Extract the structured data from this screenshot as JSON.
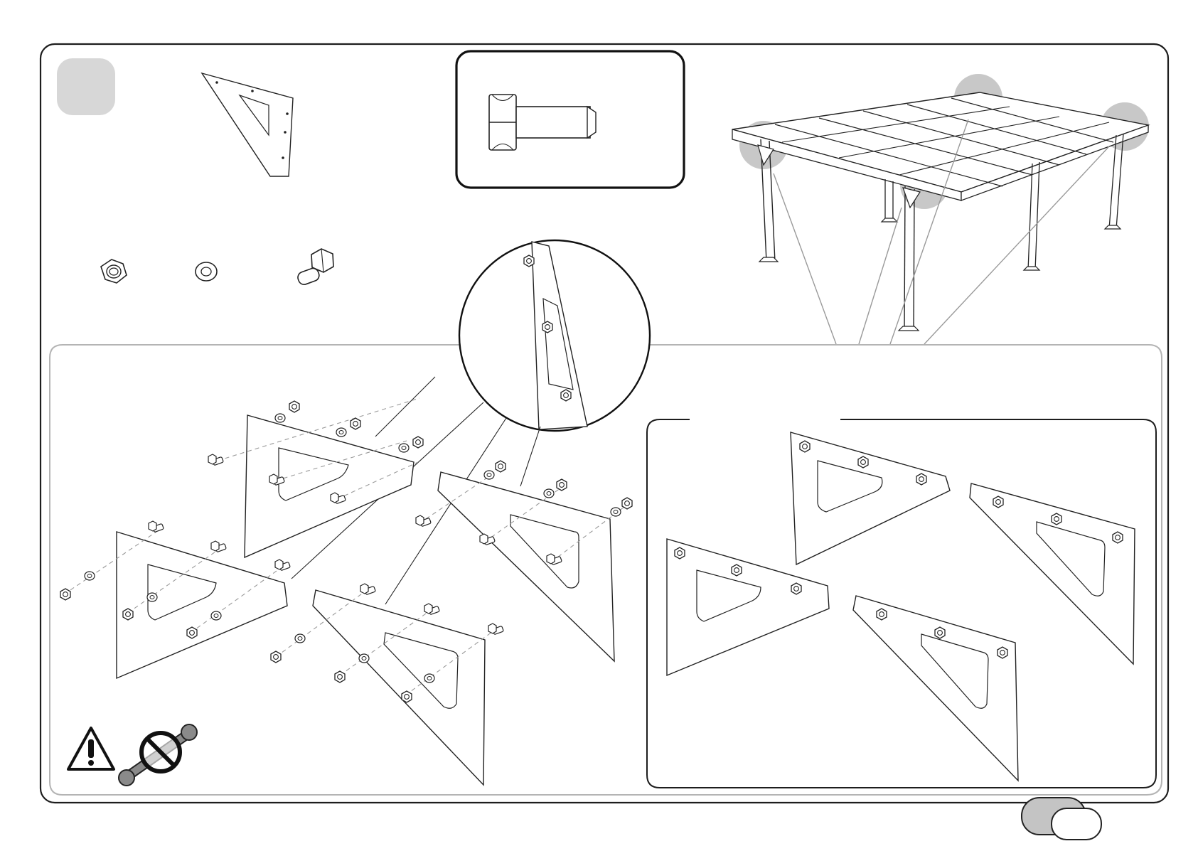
{
  "document": {
    "step_number": "",
    "page_number": "",
    "parts": [
      {
        "name": "corner-bracket-plate"
      },
      {
        "name": "hex-nut"
      },
      {
        "name": "flat-washer"
      },
      {
        "name": "hex-bolt"
      }
    ],
    "warning": {
      "icons": [
        "warning-triangle-icon",
        "no-power-tool-icon"
      ]
    },
    "colors": {
      "highlight": "#c8c8c8",
      "badge": "#d7d7d7",
      "line": "#222222"
    }
  }
}
